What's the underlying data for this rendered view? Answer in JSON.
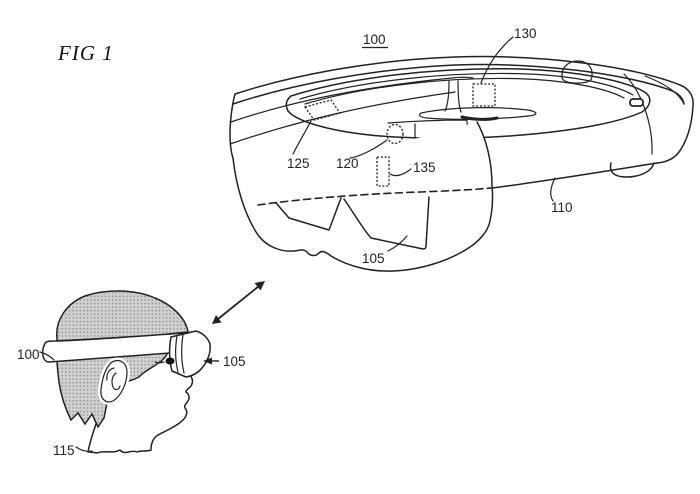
{
  "figure": {
    "label": "FIG 1"
  },
  "callouts": {
    "device": "100",
    "top_sensor": "130",
    "front_left_sensor": "125",
    "front_camera": "120",
    "mid_sensor": "135",
    "band": "110",
    "visor": "105",
    "head_device": "100",
    "head_visor": "105",
    "head": "115"
  },
  "colors": {
    "ink": "#222222",
    "hair_fill": "#d0d0d0",
    "hair_dot": "#8f8f8f",
    "background": "#ffffff"
  }
}
